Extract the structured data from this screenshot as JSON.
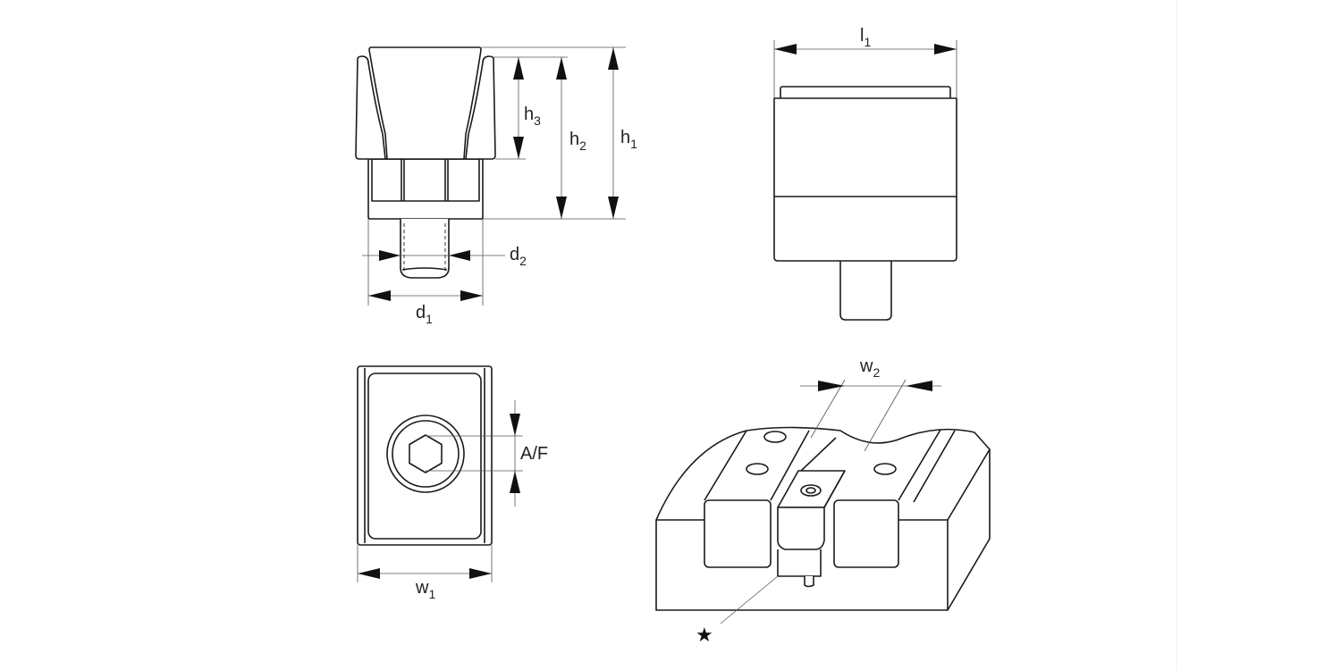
{
  "labels": {
    "h1": {
      "main": "h",
      "sub": "1"
    },
    "h2": {
      "main": "h",
      "sub": "2"
    },
    "h3": {
      "main": "h",
      "sub": "3"
    },
    "d1": {
      "main": "d",
      "sub": "1"
    },
    "d2": {
      "main": "d",
      "sub": "2"
    },
    "l1": {
      "main": "l",
      "sub": "1"
    },
    "w1": {
      "main": "w",
      "sub": "1"
    },
    "w2": {
      "main": "w",
      "sub": "2"
    },
    "af": "A/F",
    "star": "★"
  },
  "colors": {
    "line": "#1a1a1a",
    "dimension": "#555555",
    "background": "#ffffff"
  }
}
